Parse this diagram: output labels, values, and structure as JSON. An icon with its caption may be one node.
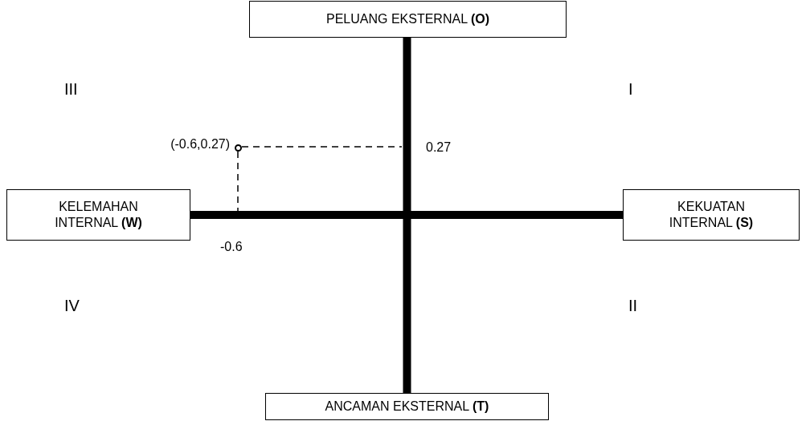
{
  "diagram": {
    "nodes": [
      {
        "text": [
          "PELUANG EKSTERNAL **(O)**"
        ]
      },
      {
        "text": [],
        "shape": "circle",
        "beside": [
          "(-0.6,0.27)"
        ]
      },
      {
        "text": [
          "KELEMAHAN INTERNAL **(W)**"
        ]
      },
      {
        "text": [
          "KEKUATAN INTERNAL **(S)**"
        ]
      },
      {
        "text": [
          "ANCAMAN EKSTERNAL **(T)**"
        ]
      }
    ],
    "edges": [
      {
        "from": 0,
        "to": 4,
        "arrow": "none",
        "style": "thick"
      },
      {
        "from": 2,
        "to": 3,
        "arrow": "none",
        "style": "thick"
      },
      {
        "from": 1,
        "to": null,
        "arrow": "none",
        "style": "dashed"
      },
      {
        "from": 1,
        "to": null,
        "arrow": "none",
        "style": "dashed"
      }
    ],
    "labels": [
      "III",
      "I",
      "0.27",
      "-0.6",
      "IV",
      "II"
    ]
  }
}
